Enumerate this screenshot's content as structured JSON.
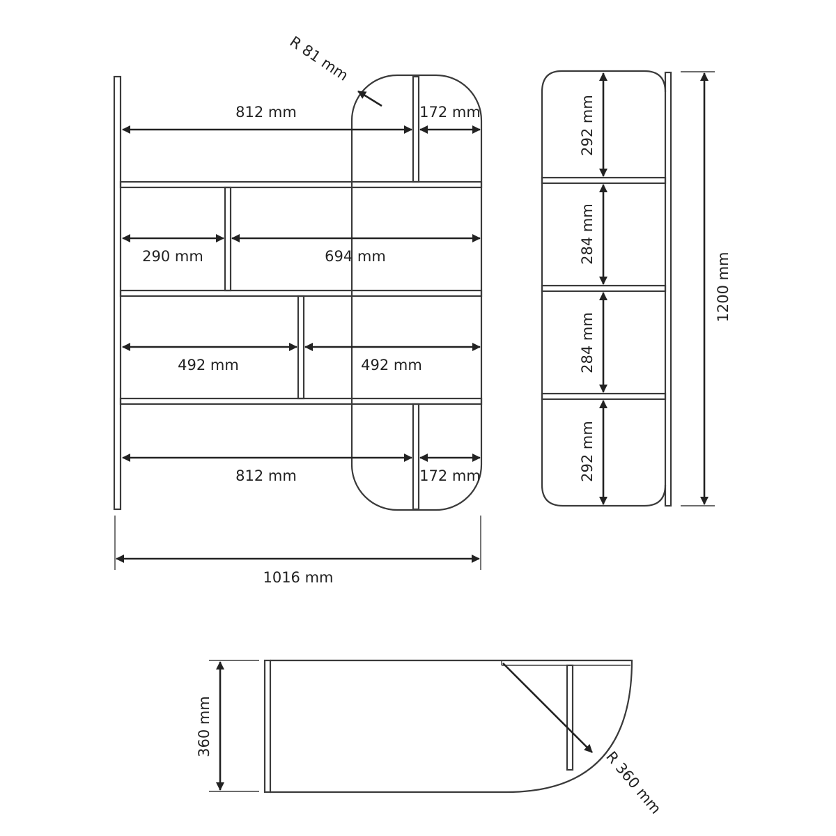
{
  "front_view": {
    "radius_label": "R 81 mm",
    "top_left_width": "812 mm",
    "top_right_width": "172 mm",
    "row2_left_width": "290 mm",
    "row2_right_width": "694 mm",
    "row3_left_width": "492 mm",
    "row3_right_width": "492 mm",
    "bottom_left_width": "812 mm",
    "bottom_right_width": "172 mm",
    "total_width": "1016 mm"
  },
  "side_view": {
    "shelf1_height": "292 mm",
    "shelf2_height": "284 mm",
    "shelf3_height": "284 mm",
    "shelf4_height": "292 mm",
    "total_height": "1200 mm"
  },
  "top_view": {
    "depth": "360 mm",
    "radius_label": "R 360 mm"
  },
  "colors": {
    "line": "#3a3a3a",
    "text": "#222222",
    "background": "#ffffff"
  }
}
